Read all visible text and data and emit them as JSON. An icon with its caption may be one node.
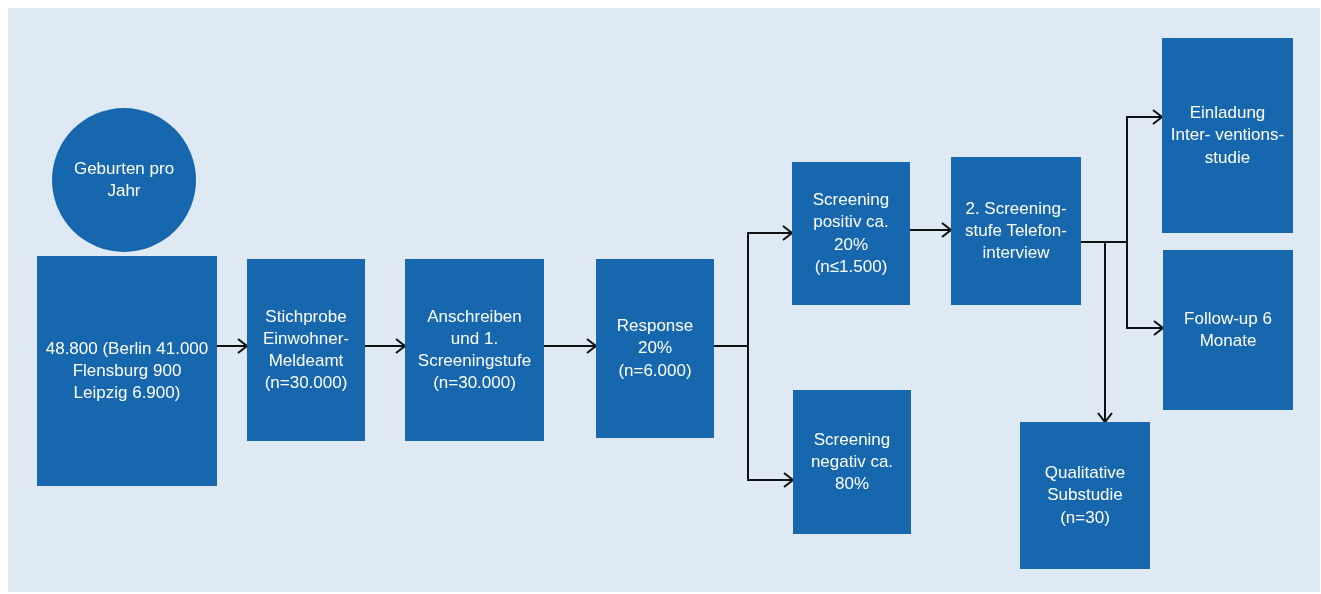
{
  "diagram": {
    "nodes": [
      {
        "text": [
          "Geburten pro Jahr"
        ]
      },
      {
        "text": [
          "48.800 (Berlin 41.000 Flensburg 900 Leipzig 6.900)"
        ]
      },
      {
        "text": [
          "Stichprobe Einwohner- Meldeamt (n=30.000)"
        ]
      },
      {
        "text": [
          "Anschreiben und 1. Screeningstufe (n=30.000)"
        ]
      },
      {
        "text": [
          "Response 20% (n=6.000)"
        ]
      },
      {
        "text": [
          "Screening positiv ca. 20% (n≤1.500)"
        ]
      },
      {
        "text": [
          "Screening negativ ca. 80%"
        ]
      },
      {
        "text": [
          "2. Screening- stufe Telefon- interview"
        ]
      },
      {
        "text": [
          "Einladung Inter- ventions- studie"
        ]
      },
      {
        "text": [
          "Follow-up 6 Monate"
        ]
      },
      {
        "text": [
          "Qualitative Substudie (n=30)"
        ]
      }
    ],
    "edges": [
      {
        "from": 1,
        "to": 2,
        "arrow": "to"
      },
      {
        "from": 2,
        "to": 3,
        "arrow": "to"
      },
      {
        "from": 3,
        "to": 4,
        "arrow": "to"
      },
      {
        "from": 4,
        "to": 5,
        "arrow": "to"
      },
      {
        "from": 4,
        "to": 6,
        "arrow": "to"
      },
      {
        "from": 5,
        "to": 7,
        "arrow": "to"
      },
      {
        "from": 7,
        "to": 8,
        "arrow": "to"
      },
      {
        "from": 7,
        "to": 9,
        "arrow": "to"
      },
      {
        "from": 7,
        "to": 10,
        "arrow": "to"
      }
    ]
  }
}
